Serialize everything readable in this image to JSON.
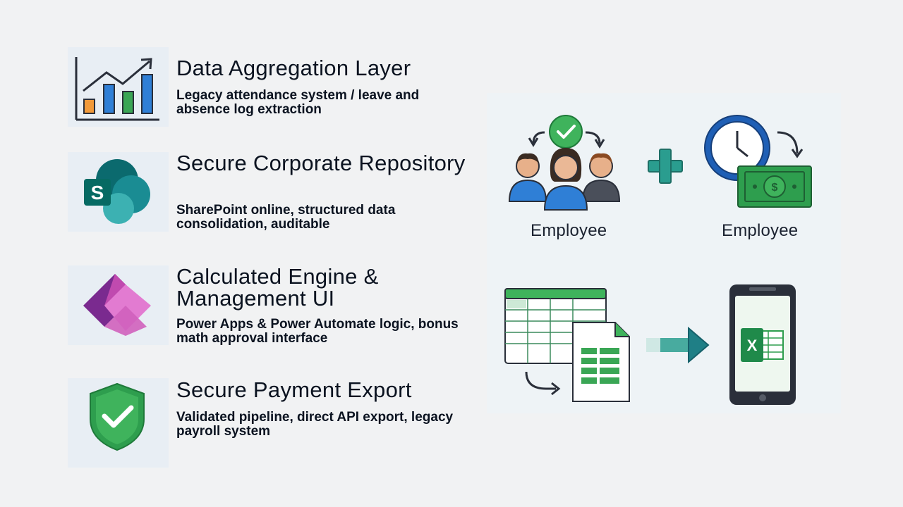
{
  "items": [
    {
      "title": "Data Aggregation Layer",
      "description": "Legacy attendance system / leave and absence log extraction",
      "icon": "bar-chart-growth-icon"
    },
    {
      "title": "Secure Corporate Repository",
      "description": "SharePoint online, structured data consolidation, auditable",
      "icon": "sharepoint-logo-icon"
    },
    {
      "title": "Calculated Engine & Management UI",
      "description": "Power Apps & Power Automate logic, bonus math approval interface",
      "icon": "power-apps-logo-icon"
    },
    {
      "title": "Secure Payment Export",
      "description": "Validated pipeline, direct API export, legacy payroll system",
      "icon": "shield-check-icon"
    }
  ],
  "illustration": {
    "left_label": "Employee",
    "right_label": "Employee",
    "icons": [
      "employee-group-icon",
      "plus-icon",
      "clock-money-icon",
      "spreadsheet-icon",
      "arrow-right-icon",
      "phone-excel-icon"
    ]
  },
  "colors": {
    "background": "#f1f2f3",
    "text": "#0b1320",
    "green": "#2e9e4e",
    "teal": "#1f7f86",
    "blue": "#1f6fc1"
  }
}
